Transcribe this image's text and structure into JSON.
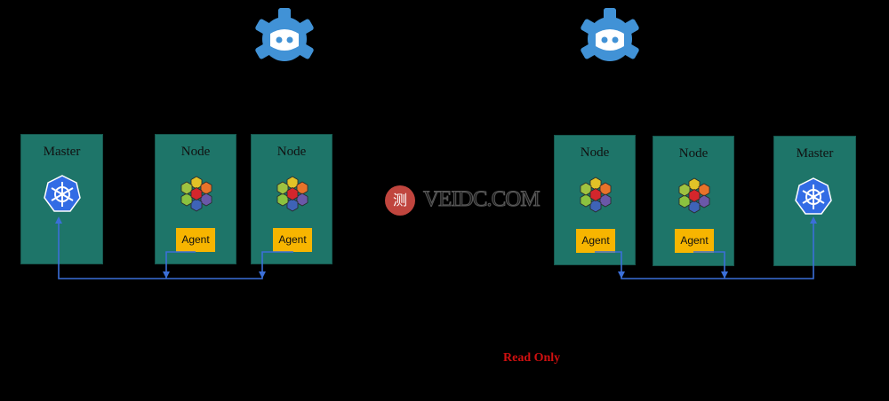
{
  "colors": {
    "box": "#1e7569",
    "agent": "#f7b500",
    "connector": "#3b6fd8",
    "etcd": "#4192d6",
    "readonly": "#d01010"
  },
  "left_cluster": {
    "master": {
      "title": "Master",
      "icon": "kubernetes-icon"
    },
    "nodes": [
      {
        "title": "Node",
        "agent": "Agent",
        "icon": "hexagon-cluster-icon"
      },
      {
        "title": "Node",
        "agent": "Agent",
        "icon": "hexagon-cluster-icon"
      }
    ],
    "etcd_icon": "etcd-icon"
  },
  "right_cluster": {
    "master": {
      "title": "Master",
      "icon": "kubernetes-icon"
    },
    "nodes": [
      {
        "title": "Node",
        "agent": "Agent",
        "icon": "hexagon-cluster-icon"
      },
      {
        "title": "Node",
        "agent": "Agent",
        "icon": "hexagon-cluster-icon"
      }
    ],
    "etcd_icon": "etcd-icon"
  },
  "annotation": {
    "read_only": "Read Only"
  },
  "watermark": {
    "text": "VEIDC.COM",
    "badge": "测"
  }
}
